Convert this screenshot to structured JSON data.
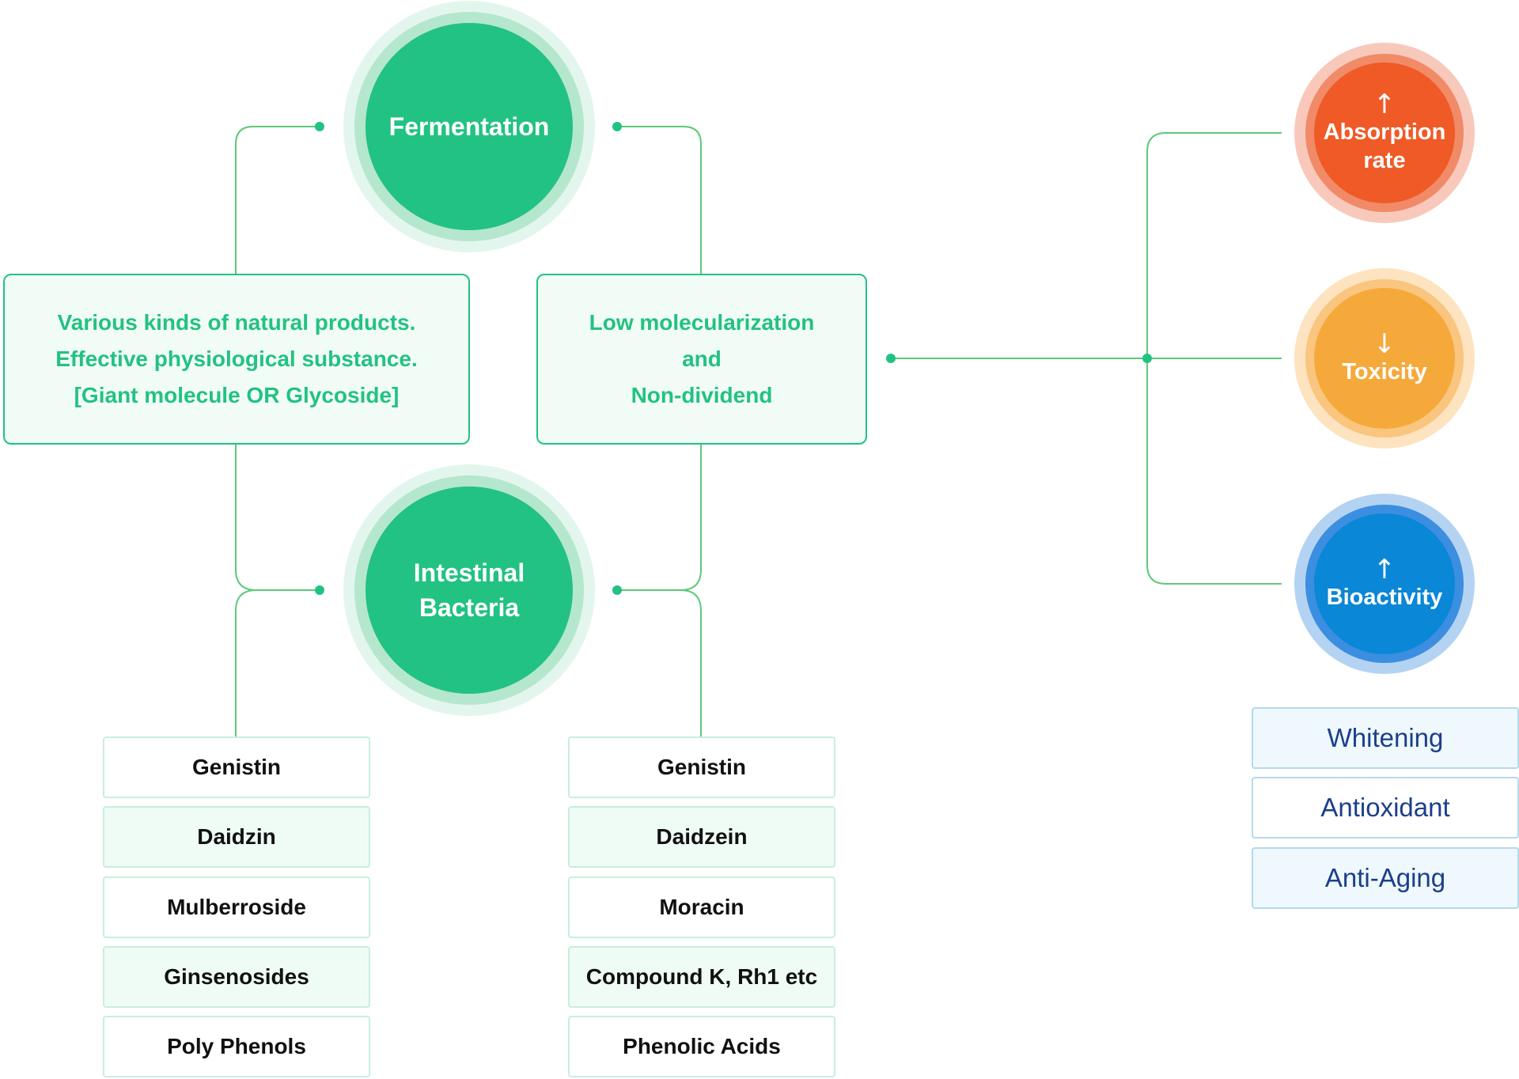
{
  "hubs": {
    "fermentation": "Fermentation",
    "intestinal": [
      "Intestinal",
      "Bacteria"
    ]
  },
  "left_box": [
    "Various kinds of natural products.",
    "Effective physiological substance.",
    "[Giant molecule OR Glycoside]"
  ],
  "right_box": [
    "Low molecularization",
    "and",
    "Non-dividend"
  ],
  "left_list": [
    "Genistin",
    "Daidzin",
    "Mulberroside",
    "Ginsenosides",
    "Poly Phenols"
  ],
  "right_list": [
    "Genistin",
    "Daidzein",
    "Moracin",
    "Compound K, Rh1 etc",
    "Phenolic Acids"
  ],
  "effects": [
    {
      "arrow": "↑",
      "lines": [
        "Absorption",
        "rate"
      ],
      "outer": "#f8c9bb",
      "mid": "#f18a67",
      "core": "#ef5a27"
    },
    {
      "arrow": "↓",
      "lines": [
        "Toxicity"
      ],
      "outer": "#fde3bf",
      "mid": "#f9c57f",
      "core": "#f6a93b"
    },
    {
      "arrow": "↑",
      "lines": [
        "Bioactivity"
      ],
      "outer": "#b4d3f2",
      "mid": "#3c8ee0",
      "core": "#0a87d6"
    }
  ],
  "benefits": [
    "Whitening",
    "Antioxidant",
    "Anti-Aging"
  ],
  "colors": {
    "line": "#5cc97a",
    "dot": "#22c282"
  }
}
